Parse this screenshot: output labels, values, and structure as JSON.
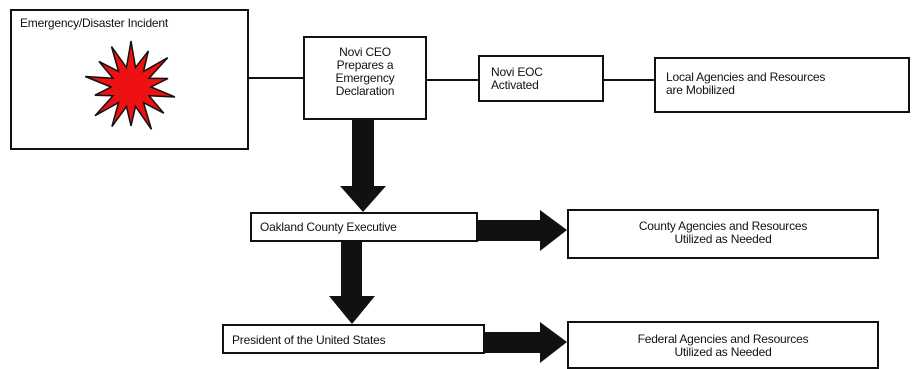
{
  "diagram": {
    "incident": {
      "label": "Emergency/Disaster Incident",
      "icon": "explosion-icon"
    },
    "ceo": {
      "lines": [
        "Novi CEO",
        "Prepares a",
        "Emergency",
        "Declaration"
      ]
    },
    "eoc": {
      "lines": [
        "Novi EOC",
        "Activated"
      ]
    },
    "local": {
      "lines": [
        "Local Agencies and Resources",
        "are Mobilized"
      ]
    },
    "executive": {
      "label": "Oakland County Executive"
    },
    "county": {
      "lines": [
        "County Agencies and Resources",
        "Utilized as Needed"
      ]
    },
    "president": {
      "label": "President of the United States"
    },
    "federal": {
      "lines": [
        "Federal Agencies and Resources",
        "Utilized as Needed"
      ]
    }
  },
  "colors": {
    "line": "#111111",
    "burst_fill": "#ee1111",
    "burst_stroke": "#111111",
    "background": "#ffffff"
  }
}
